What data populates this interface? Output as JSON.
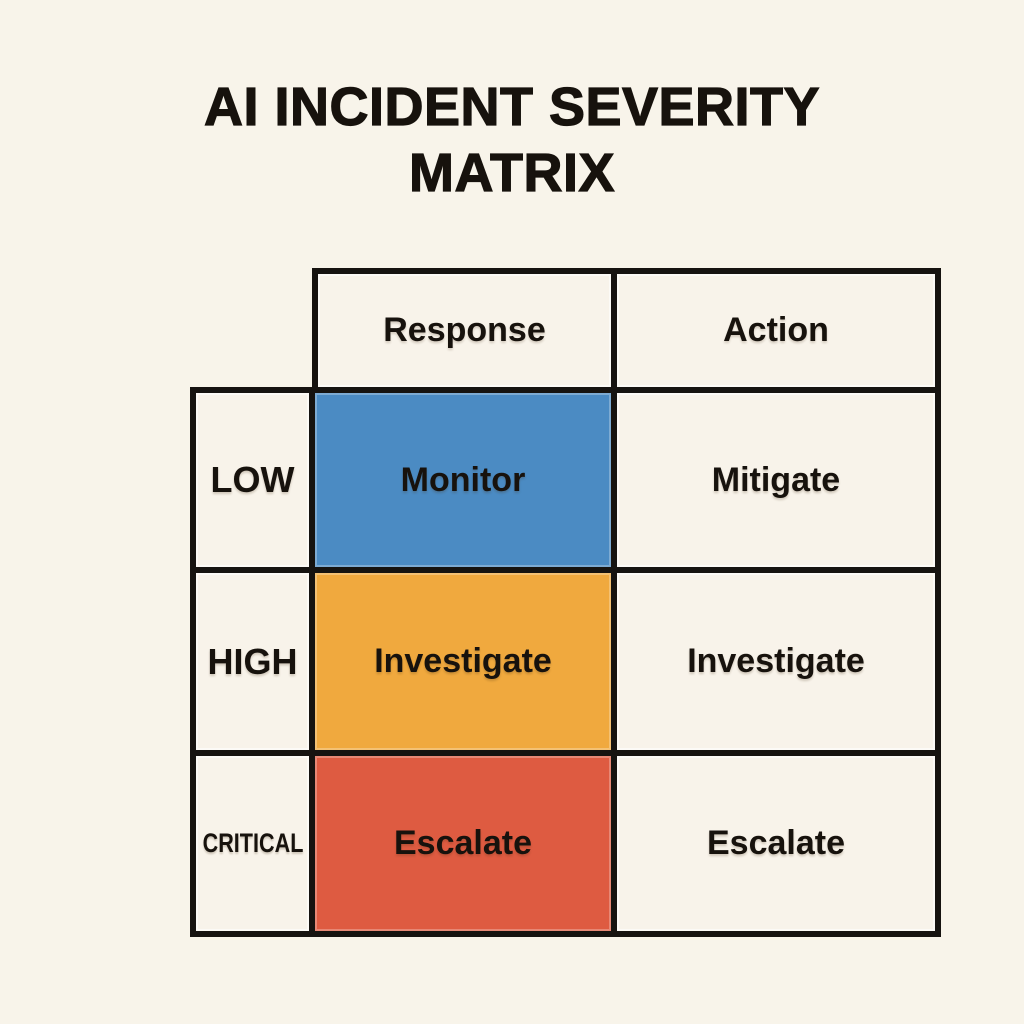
{
  "title": "AI INCIDENT SEVERITY MATRIX",
  "title_lines": [
    "AI INCIDENT SEVERITY",
    "MATRIX"
  ],
  "colors": {
    "background": "#F8F4EA",
    "ink": "#17120D",
    "grid_line": "#161310",
    "cell_cream": "#F8F3EA",
    "low_response_fill": "#4B8BC3",
    "high_response_fill": "#F0A93E",
    "critical_response_fill": "#DE5B41"
  },
  "matrix": {
    "column_headers": [
      "Response",
      "Action"
    ],
    "rows": [
      {
        "severity": "LOW",
        "response": "Monitor",
        "action": "Mitigate",
        "response_color": "#4B8BC3"
      },
      {
        "severity": "HIGH",
        "response": "Investigate",
        "action": "Investigate",
        "response_color": "#F0A93E"
      },
      {
        "severity": "CRITICAL",
        "response": "Escalate",
        "action": "Escalate",
        "response_color": "#DE5B41"
      }
    ]
  }
}
